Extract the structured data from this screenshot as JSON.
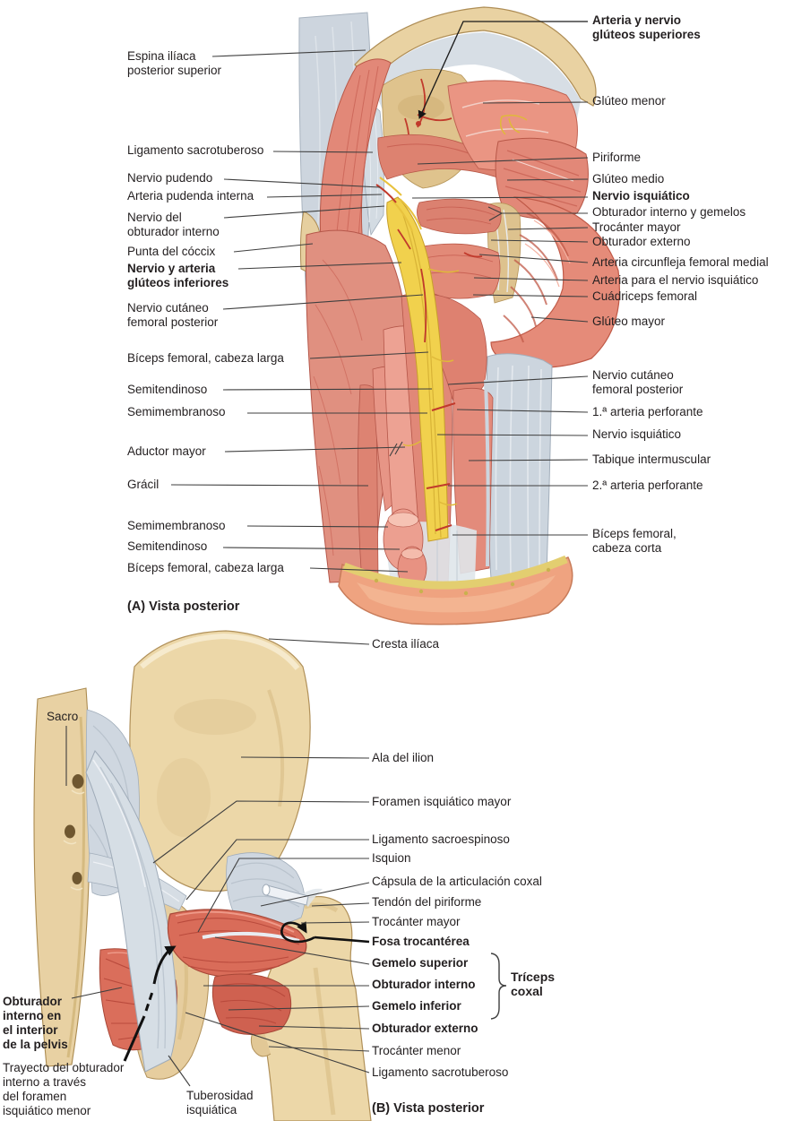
{
  "figure_a": {
    "caption": "(A) Vista posterior",
    "labels_left": [
      {
        "text": "Espina ilíaca\nposterior superior",
        "bold": false
      },
      {
        "text": "Ligamento sacrotuberoso",
        "bold": false
      },
      {
        "text": "Nervio pudendo",
        "bold": false
      },
      {
        "text": "Arteria pudenda interna",
        "bold": false
      },
      {
        "text": "Nervio del\nobturador interno",
        "bold": false
      },
      {
        "text": "Punta del cóccix",
        "bold": false
      },
      {
        "text": "Nervio y arteria\nglúteos inferiores",
        "bold": true
      },
      {
        "text": "Nervio cutáneo\nfemoral posterior",
        "bold": false
      },
      {
        "text": "Bíceps femoral, cabeza larga",
        "bold": false
      },
      {
        "text": "Semitendinoso",
        "bold": false
      },
      {
        "text": "Semimembranoso",
        "bold": false
      },
      {
        "text": "Aductor mayor",
        "bold": false
      },
      {
        "text": "Grácil",
        "bold": false
      },
      {
        "text": "Semimembranoso",
        "bold": false
      },
      {
        "text": "Semitendinoso",
        "bold": false
      },
      {
        "text": "Bíceps femoral, cabeza larga",
        "bold": false
      }
    ],
    "labels_right": [
      {
        "text": "Arteria y nervio\nglúteos superiores",
        "bold": true
      },
      {
        "text": "Glúteo menor",
        "bold": false
      },
      {
        "text": "Piriforme",
        "bold": false
      },
      {
        "text": "Glúteo medio",
        "bold": false
      },
      {
        "text": "Nervio isquiático",
        "bold": true
      },
      {
        "text": "Obturador interno y gemelos",
        "bold": false
      },
      {
        "text": "Trocánter mayor",
        "bold": false
      },
      {
        "text": "Obturador externo",
        "bold": false
      },
      {
        "text": "Arteria circunfleja femoral medial",
        "bold": false
      },
      {
        "text": "Arteria para el nervio isquiático",
        "bold": false
      },
      {
        "text": "Cuádriceps femoral",
        "bold": false
      },
      {
        "text": "Glúteo mayor",
        "bold": false
      },
      {
        "text": "Nervio cutáneo\nfemoral posterior",
        "bold": false
      },
      {
        "text": "1.ª arteria perforante",
        "bold": false
      },
      {
        "text": "Nervio isquiático",
        "bold": false
      },
      {
        "text": "Tabique intermuscular",
        "bold": false
      },
      {
        "text": "2.ª arteria perforante",
        "bold": false
      },
      {
        "text": "Bíceps femoral,\ncabeza corta",
        "bold": false
      }
    ]
  },
  "figure_b": {
    "caption": "(B) Vista posterior",
    "triceps_label": "Tríceps\ncoxal",
    "labels_left": [
      {
        "text": "Sacro",
        "bold": false
      },
      {
        "text": "Obturador\ninterno en\nel interior\nde la pelvis",
        "bold": true
      },
      {
        "text": "Trayecto del obturador\ninterno a través\ndel foramen\nisquiático menor",
        "bold": false
      },
      {
        "text": "Tuberosidad\nisquiática",
        "bold": false
      }
    ],
    "labels_right": [
      {
        "text": "Cresta ilíaca",
        "bold": false
      },
      {
        "text": "Ala del ilion",
        "bold": false
      },
      {
        "text": "Foramen isquiático mayor",
        "bold": false
      },
      {
        "text": "Ligamento sacroespinoso",
        "bold": false
      },
      {
        "text": "Isquion",
        "bold": false
      },
      {
        "text": "Cápsula de la articulación coxal",
        "bold": false
      },
      {
        "text": "Tendón del piriforme",
        "bold": false
      },
      {
        "text": "Trocánter mayor",
        "bold": false
      },
      {
        "text": "Fosa trocantérea",
        "bold": true
      },
      {
        "text": "Gemelo superior",
        "bold": true
      },
      {
        "text": "Obturador interno",
        "bold": true
      },
      {
        "text": "Gemelo inferior",
        "bold": true
      },
      {
        "text": "Obturador externo",
        "bold": true
      },
      {
        "text": "Trocánter menor",
        "bold": false
      },
      {
        "text": "Ligamento sacrotuberoso",
        "bold": false
      }
    ]
  },
  "colors": {
    "muscle": "#e28878",
    "muscle_dark": "#b85848",
    "bone": "#e9d2a2",
    "bone_outline": "#ae8d55",
    "fascia": "#cfd7df",
    "nerve_yellow": "#f1d14d",
    "artery_red": "#c13a2c",
    "leader_line": "#3f3f3f",
    "text": "#231f20",
    "background": "#ffffff"
  }
}
